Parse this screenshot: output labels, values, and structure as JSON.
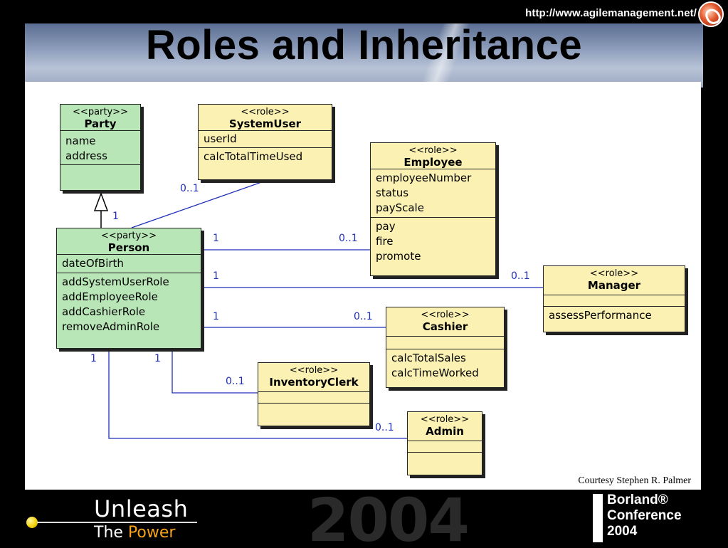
{
  "header": {
    "url": "http://www.agilemanagement.net/",
    "title": "Roles and Inheritance"
  },
  "diagram": {
    "classes": {
      "party": {
        "stereotype": "<<party>>",
        "name": "Party",
        "attributes": [
          "name",
          "address"
        ],
        "operations": []
      },
      "person": {
        "stereotype": "<<party>>",
        "name": "Person",
        "attributes": [
          "dateOfBirth"
        ],
        "operations": [
          "addSystemUserRole",
          "addEmployeeRole",
          "addCashierRole",
          "removeAdminRole"
        ]
      },
      "systemuser": {
        "stereotype": "<<role>>",
        "name": "SystemUser",
        "attributes": [
          "userId"
        ],
        "operations": [
          "calcTotalTimeUsed"
        ]
      },
      "employee": {
        "stereotype": "<<role>>",
        "name": "Employee",
        "attributes": [
          "employeeNumber",
          "status",
          "payScale"
        ],
        "operations": [
          "pay",
          "fire",
          "promote"
        ]
      },
      "manager": {
        "stereotype": "<<role>>",
        "name": "Manager",
        "attributes": [],
        "operations": [
          "assessPerformance"
        ]
      },
      "cashier": {
        "stereotype": "<<role>>",
        "name": "Cashier",
        "attributes": [],
        "operations": [
          "calcTotalSales",
          "calcTimeWorked"
        ]
      },
      "inventoryclerk": {
        "stereotype": "<<role>>",
        "name": "InventoryClerk",
        "attributes": [],
        "operations": []
      },
      "admin": {
        "stereotype": "<<role>>",
        "name": "Admin",
        "attributes": [],
        "operations": []
      }
    },
    "multiplicities": {
      "systemuser_role": "0..1",
      "systemuser_person": "1",
      "employee_person": "1",
      "employee_role": "0..1",
      "manager_person": "1",
      "manager_role": "0..1",
      "cashier_person": "1",
      "cashier_role": "0..1",
      "admin_person": "1",
      "clerk_person": "1",
      "clerk_role": "0..1",
      "admin_role": "0..1"
    },
    "colors": {
      "party_fill": "#b9e6b7",
      "role_fill": "#fbf1b3",
      "association_line": "#1f2fb8",
      "generalization_line": "#000000"
    }
  },
  "courtesy": "Courtesy Stephen R. Palmer",
  "footer": {
    "tagline_1": "Unleash",
    "tagline_2_prefix": "The",
    "tagline_2_accent": "Power",
    "year": "2004",
    "brand_mark": "Borland",
    "conference_lines": [
      "Borland®",
      "Conference",
      "2004"
    ]
  }
}
